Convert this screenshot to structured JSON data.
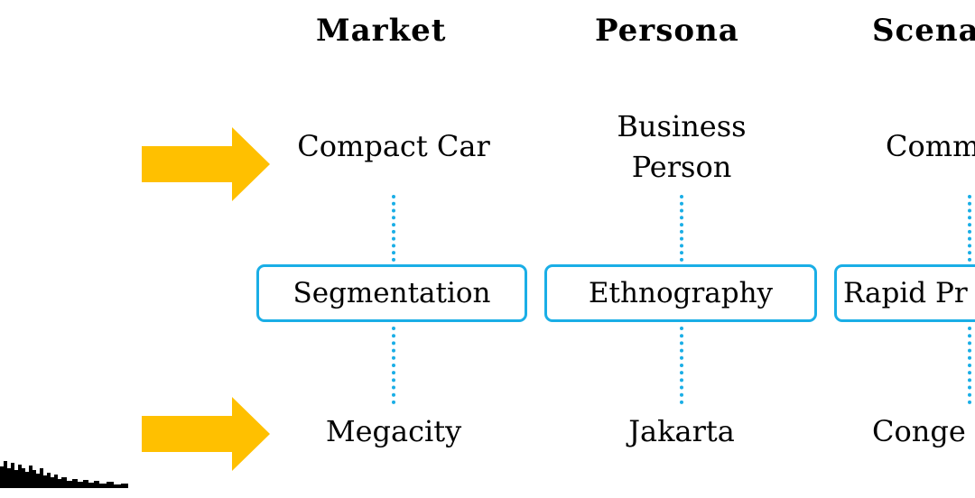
{
  "columns": [
    {
      "header": "Market",
      "top_item": [
        "Compact Car"
      ],
      "method": "Segmentation",
      "bottom_item": "Megacity"
    },
    {
      "header": "Persona",
      "top_item": [
        "Business",
        "Person"
      ],
      "method": "Ethnography",
      "bottom_item": "Jakarta"
    },
    {
      "header": "Scena",
      "top_item": [
        "Comm"
      ],
      "method": "Rapid Pr",
      "bottom_item": "Conge"
    }
  ],
  "colors": {
    "arrow": "#FFC000",
    "method_border": "#1AAEE6",
    "connector": "#1AAEE6",
    "text": "#000000"
  },
  "icons": [
    "right-arrow-icon",
    "right-arrow-icon",
    "city-skyline-icon"
  ]
}
